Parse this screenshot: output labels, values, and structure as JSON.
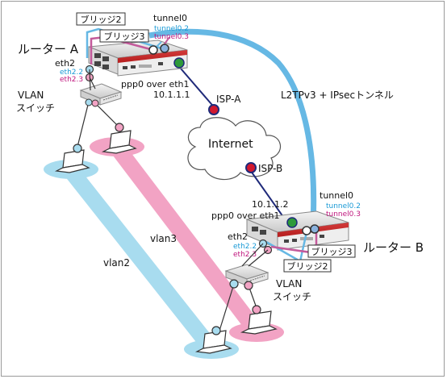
{
  "router_a": {
    "name": "ルーター A",
    "bridge2": "ブリッジ2",
    "bridge3": "ブリッジ3",
    "tunnel0": "tunnel0",
    "tunnel02": "tunnel0.2",
    "tunnel03": "tunnel0.3",
    "eth2": "eth2",
    "eth22": "eth2.2",
    "eth23": "eth2.3",
    "ppp": "ppp0 over eth1",
    "ip": "10.1.1.1"
  },
  "router_b": {
    "name": "ルーター B",
    "bridge2": "ブリッジ2",
    "bridge3": "ブリッジ3",
    "tunnel0": "tunnel0",
    "tunnel02": "tunnel0.2",
    "tunnel03": "tunnel0.3",
    "eth2": "eth2",
    "eth22": "eth2.2",
    "eth23": "eth2.3",
    "ppp": "ppp0 over eth1",
    "ip": "10.1.1.2"
  },
  "switch_a": {
    "label1": "VLAN",
    "label2": "スイッチ"
  },
  "switch_b": {
    "label1": "VLAN",
    "label2": "スイッチ"
  },
  "isp_a": "ISP-A",
  "isp_b": "ISP-B",
  "internet": "Internet",
  "tunnel_label": "L2TPv3 + IPsecトンネル",
  "vlan2": "vlan2",
  "vlan3": "vlan3",
  "colors": {
    "vlan2": "#a8dcef",
    "vlan3": "#f2a3c4",
    "tunnel": "#66b8e4",
    "cyan_text": "#1a9ad6",
    "magenta_text": "#c0177e"
  }
}
